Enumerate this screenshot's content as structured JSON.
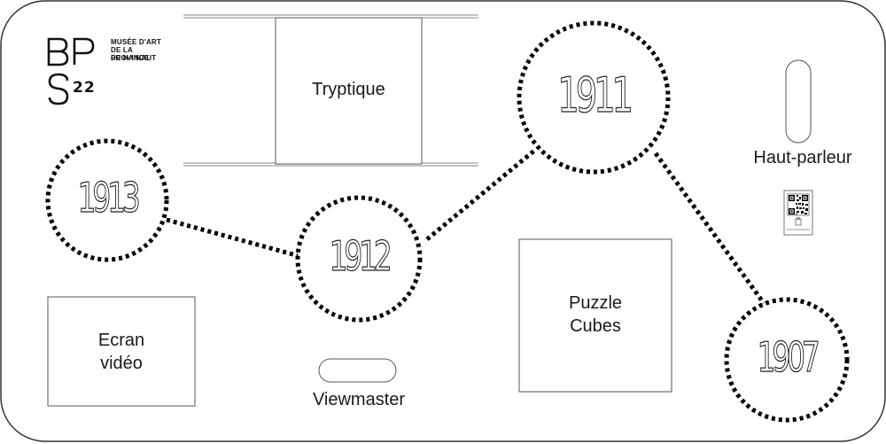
{
  "logo": {
    "letters": [
      "B",
      "P",
      "S"
    ],
    "number": "22",
    "lines": [
      "MUSÉE D'ART",
      "DE LA PROVINCE",
      "DE HAINAUT"
    ]
  },
  "zones": {
    "tryptique": "Tryptique",
    "ecran_line1": "Ecran",
    "ecran_line2": "vidéo",
    "puzzle_line1": "Puzzle",
    "puzzle_line2": "Cubes",
    "viewmaster": "Viewmaster",
    "haut_parleur": "Haut-parleur"
  },
  "timeline": {
    "years": [
      "1913",
      "1912",
      "1911",
      "1907"
    ]
  },
  "colors": {
    "stroke": "#1a1a1a",
    "background": "#ffffff",
    "dots": "#000000"
  },
  "icons": [
    "qr-code-icon"
  ]
}
